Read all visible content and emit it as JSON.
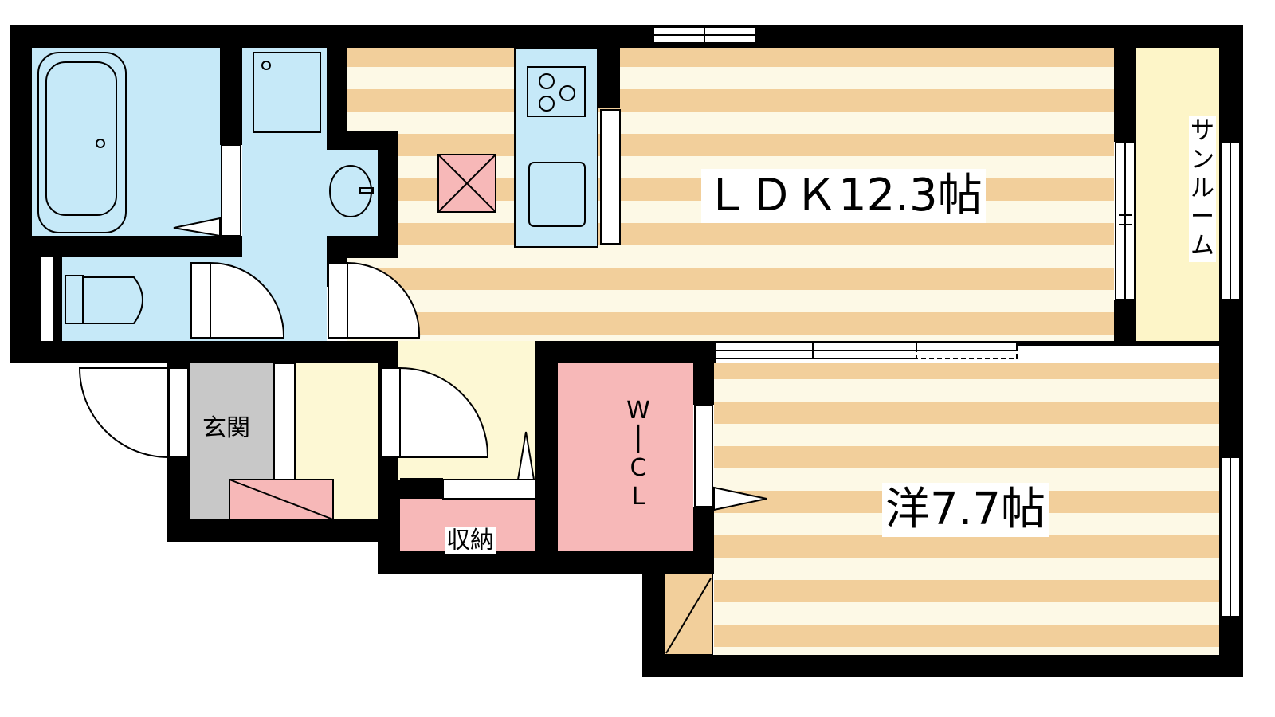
{
  "floorplan": {
    "rooms": {
      "ldk": {
        "label": "ＬＤＫ12.3帖"
      },
      "western": {
        "label": "洋7.7帖"
      },
      "sunroom": {
        "label": "サンルーム"
      },
      "walk_in_closet": {
        "label": "W│CL"
      },
      "entrance": {
        "label": "玄関"
      },
      "storage": {
        "label": "収納"
      }
    },
    "colors": {
      "wall": "#000000",
      "floor_stripe_dark": "#f2cf9b",
      "floor_stripe_light": "#fdf9e6",
      "wet_area": "#c6e9f8",
      "closet": "#f7b8b8",
      "entrance_floor": "#c8c8c8",
      "hall": "#fdf8d4",
      "sunroom": "#fdf5c8"
    }
  }
}
